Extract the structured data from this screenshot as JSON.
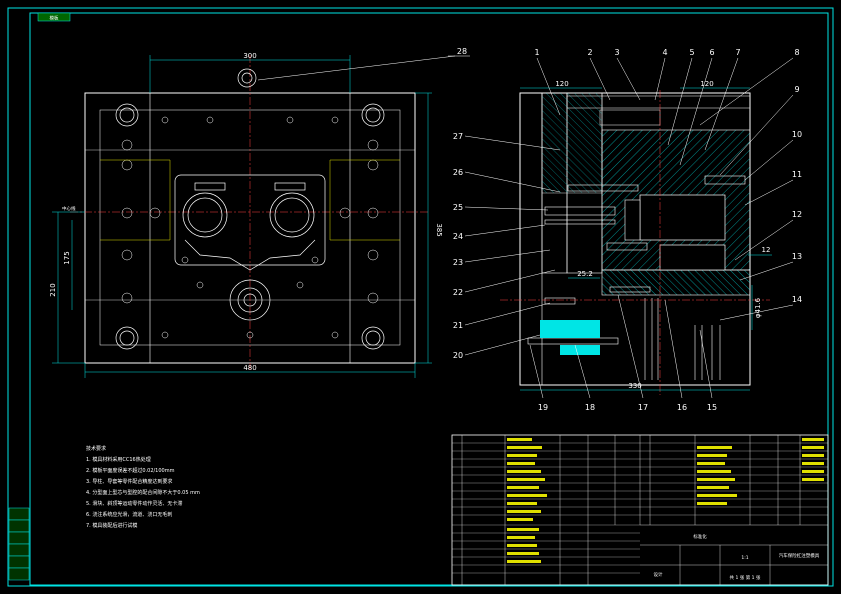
{
  "sheet": {
    "tag": "模板"
  },
  "front_view": {
    "dims": {
      "top_width": "300",
      "bottom_width": "480",
      "right_height": "385",
      "left_height": "210",
      "left_inner": "175",
      "left_top": "中心线"
    }
  },
  "section_view": {
    "dims": {
      "top_left": "120",
      "top_right": "120",
      "mid": "25.2",
      "bottom": "330",
      "right_a": "12",
      "right_b": "φ41.6"
    }
  },
  "callouts": [
    "1",
    "2",
    "3",
    "4",
    "5",
    "6",
    "7",
    "8",
    "9",
    "10",
    "11",
    "12",
    "13",
    "14",
    "15",
    "16",
    "17",
    "18",
    "19",
    "20",
    "21",
    "22",
    "23",
    "24",
    "25",
    "26",
    "27",
    "28"
  ],
  "notes": {
    "title": "技术要求",
    "items": [
      "1. 模具材料采用CC16热处理",
      "2. 模板平面度误差不超过0.02/100mm",
      "3. 导柱、导套等零件配合精度达到要求",
      "4. 分型面上型芯与型腔的配合间隙不大于0.05 mm",
      "5. 滑块、斜顶等运动零件动作灵活、无卡滞",
      "6. 浇注系统应光滑，流道、浇口无毛刺",
      "7. 模具装配后进行试模"
    ]
  },
  "title_block": {
    "designer": "设计",
    "scale": "1:1",
    "sheet": "共 1 张 第 1 张",
    "drawing_title": "汽车保险杠注塑模具",
    "school": "标准化"
  }
}
